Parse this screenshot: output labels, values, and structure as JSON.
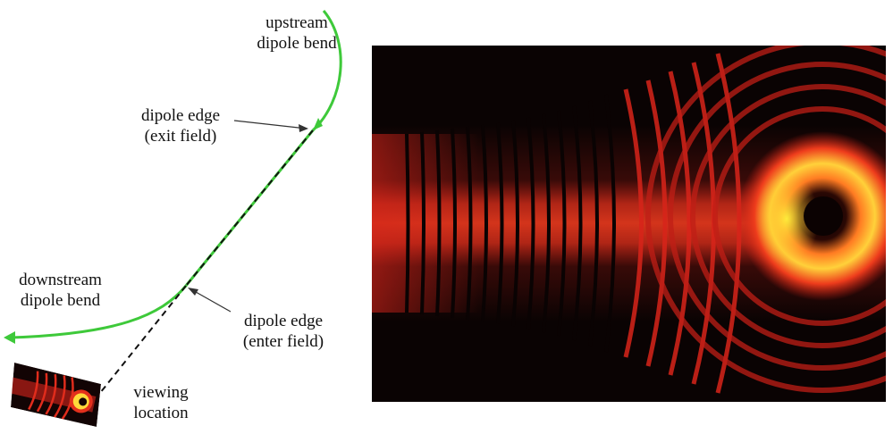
{
  "labels": {
    "upstream": {
      "line1": "upstream",
      "line2": "dipole bend"
    },
    "exit_edge": {
      "line1": "dipole edge",
      "line2": "(exit field)"
    },
    "downstream": {
      "line1": "downstream",
      "line2": "dipole bend"
    },
    "enter_edge": {
      "line1": "dipole edge",
      "line2": "(enter field)"
    },
    "viewing": {
      "line1": "viewing",
      "line2": "location"
    }
  },
  "colors": {
    "trajectory": "#3ec93a",
    "straight_path": "#111111",
    "pointer": "#333333",
    "pattern_background": "#0a0303",
    "fringe_red": "#d8241a",
    "ring_yellow": "#fff23c"
  }
}
